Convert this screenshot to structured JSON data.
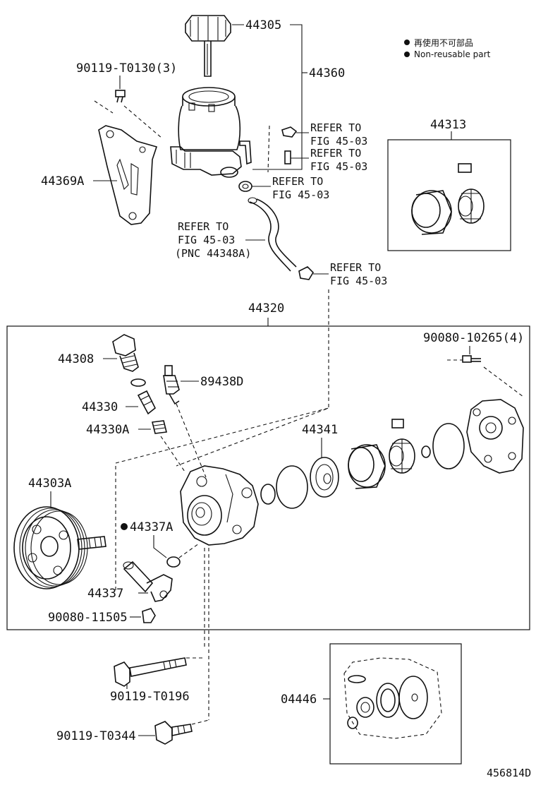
{
  "legend": {
    "reuse_jp": "再使用不可部品",
    "reuse_en": "Non-reusable part"
  },
  "figure_number": "456814D",
  "labels": {
    "p44305": "44305",
    "p44360": "44360",
    "p90119_T0130": "90119-T0130(3)",
    "p44369A": "44369A",
    "ref1_a": "REFER TO",
    "ref1_b": "FIG 45-03",
    "ref2_a": "REFER TO",
    "ref2_b": "FIG 45-03",
    "ref3_a": "REFER TO",
    "ref3_b": "FIG 45-03",
    "ref4_a": "REFER TO",
    "ref4_b": "FIG 45-03",
    "ref4_c": "(PNC 44348A)",
    "ref5_a": "REFER TO",
    "ref5_b": "FIG 45-03",
    "p44313": "44313",
    "p44320": "44320",
    "p90080_10265": "90080-10265(4)",
    "p44308": "44308",
    "p89438D": "89438D",
    "p44330": "44330",
    "p44330A": "44330A",
    "p44341": "44341",
    "p44303A": "44303A",
    "p44337A": "44337A",
    "p44337": "44337",
    "p90080_11505": "90080-11505",
    "p90119_T0196": "90119-T0196",
    "p04446": "04446",
    "p90119_T0344": "90119-T0344"
  }
}
